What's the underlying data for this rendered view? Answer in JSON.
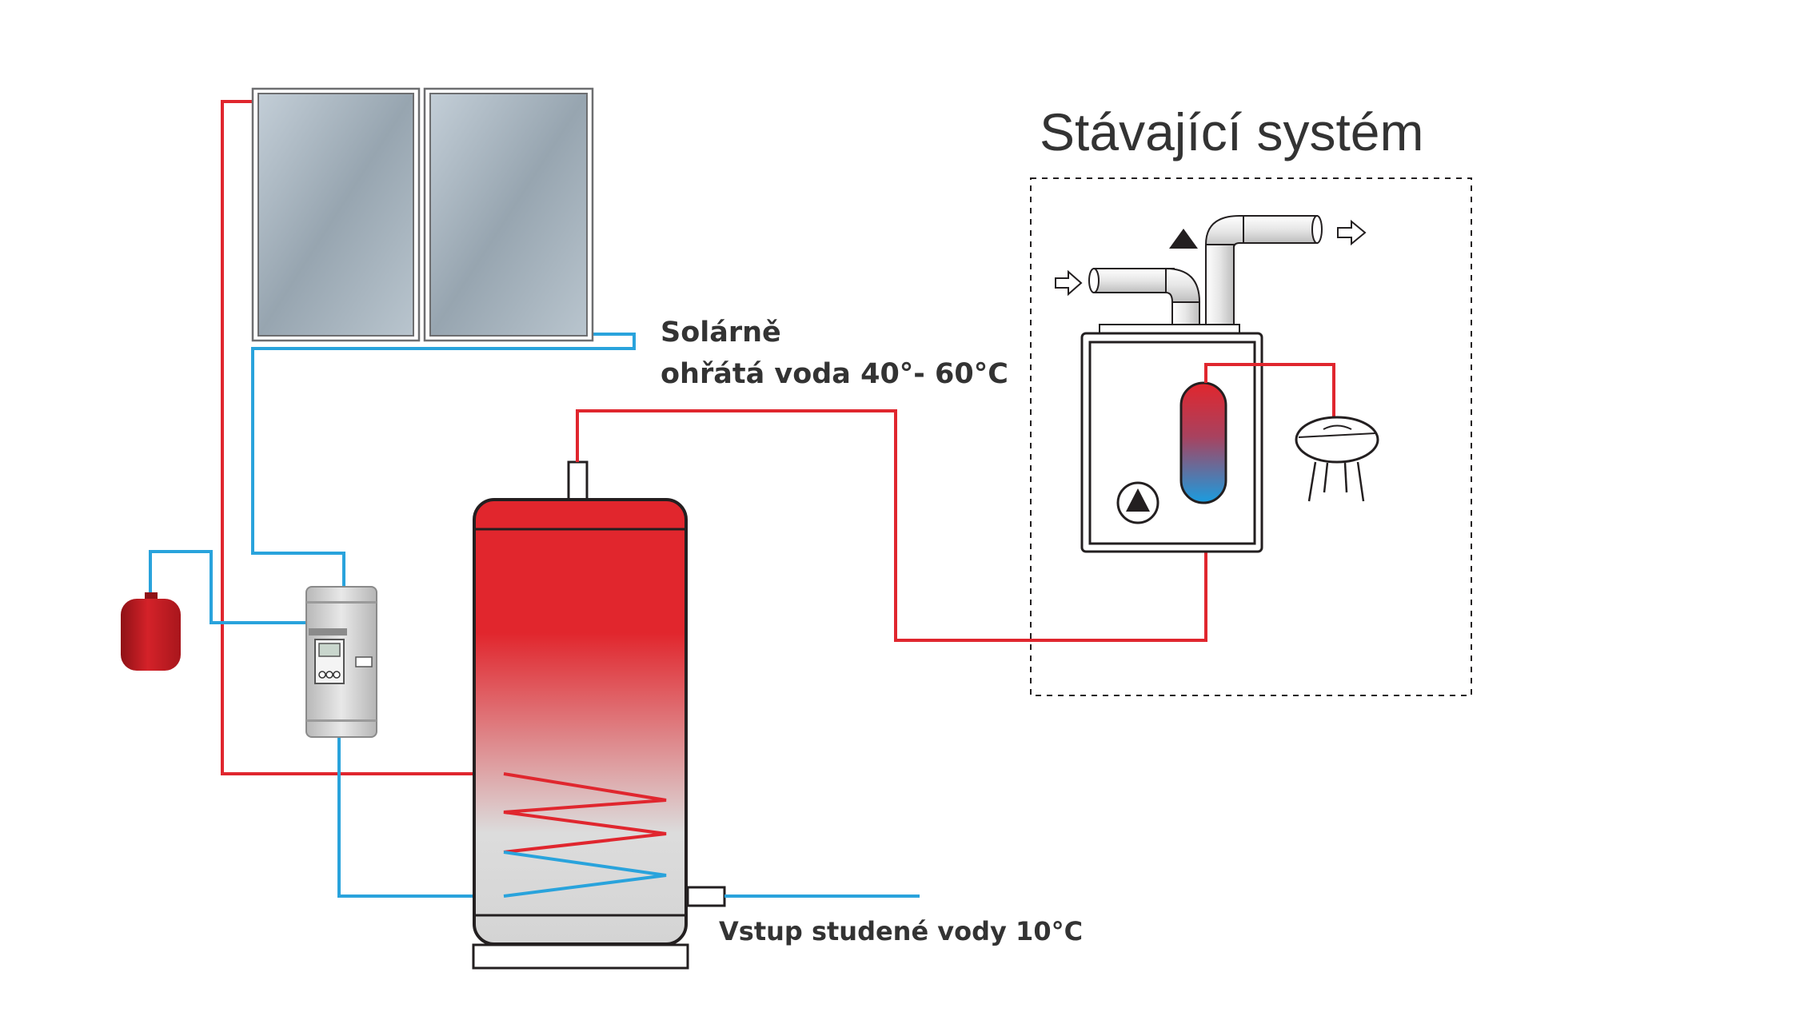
{
  "labels": {
    "existing_system": "Stávající systém",
    "solar_line1": "Solárně",
    "solar_line2": "ohřátá voda 40°- 60°C",
    "cold_inlet": "Vstup studené vody 10°C"
  },
  "colors": {
    "hot_pipe": "#e0262e",
    "cold_pipe": "#29a3dc",
    "outline": "#231f20",
    "panel_glass": "#a6b4bf",
    "tank_hot": "#e1262d",
    "tank_cold": "#d7d7d7"
  },
  "icons": [
    "solar-panel-icon",
    "expansion-vessel-icon",
    "solar-controller-icon",
    "water-heater-tank-icon",
    "boiler-icon",
    "pump-icon",
    "shower-head-icon",
    "flue-arrow-icon"
  ]
}
